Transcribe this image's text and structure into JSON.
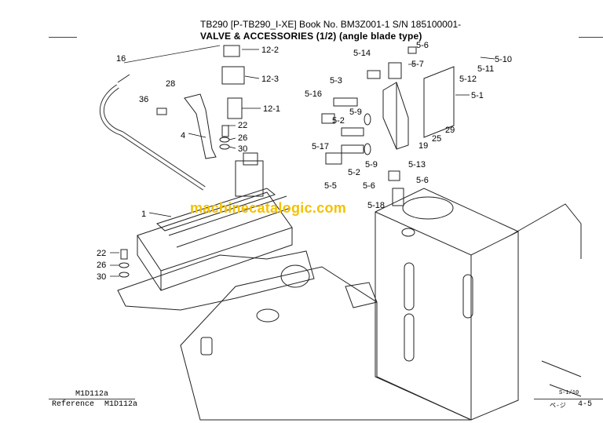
{
  "header": {
    "line1": "TB290  [P-TB290_I-XE]  Book No. BM3Z001-1  S/N 185100001-",
    "line2": "VALVE & ACCESSORIES (1/2) (angle blade type)"
  },
  "watermark": "machinecatalogic.com",
  "callouts": [
    "16",
    "12-2",
    "12-3",
    "28",
    "36",
    "12-1",
    "22",
    "26",
    "30",
    "4",
    "1",
    "22",
    "26",
    "30",
    "5-14",
    "5-6",
    "5-7",
    "5-3",
    "5-16",
    "5-9",
    "5-2",
    "5-17",
    "5-2",
    "5-9",
    "5-5",
    "5-6",
    "5-18",
    "5-13",
    "5-6",
    "5-12",
    "5-11",
    "5-10",
    "5-1",
    "29",
    "25",
    "19"
  ],
  "footer": {
    "ref_top": "M1D112a",
    "ref_label": "Reference",
    "ref_code": "M1D112a",
    "small_code": "S-1/10",
    "page_prefix": "ペ-ジ",
    "page": "4-5"
  }
}
